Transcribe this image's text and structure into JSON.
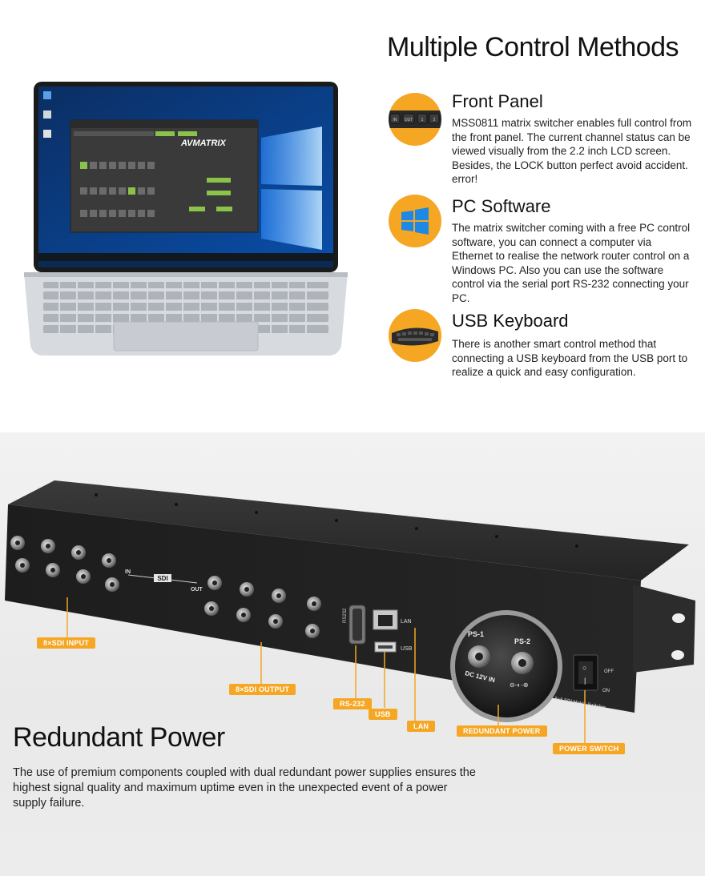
{
  "control": {
    "title": "Multiple Control Methods",
    "methods": [
      {
        "title": "Front Panel",
        "icon": "front-panel-buttons-icon",
        "text": "MSS0811 matrix switcher enables full control from the front panel. The current channel status can be viewed visually from the 2.2 inch LCD screen. Besides, the LOCK button perfect avoid accident. error!",
        "buttons": [
          "IN",
          "OUT",
          "1",
          "2"
        ]
      },
      {
        "title": "PC Software",
        "icon": "windows-logo-icon",
        "text": "The matrix switcher coming with a free PC control software, you can connect a computer via Ethernet to realise the network router control on a Windows PC. Also you can use the software control via the serial port RS-232 connecting your PC."
      },
      {
        "title": "USB Keyboard",
        "icon": "keyboard-icon",
        "text": "There is another smart control method that connecting a USB keyboard from the USB port to realize a quick and easy configuration."
      }
    ],
    "laptop": {
      "brand": "AVMATRIX",
      "window_title": "CONTROL PANEL",
      "accent": "#8bc34a"
    }
  },
  "power": {
    "title": "Redundant Power",
    "text": "The use of premium components coupled with dual redundant power supplies ensures the highest signal quality and maximum uptime even in the unexpected event of a power supply failure.",
    "callouts": {
      "sdi_input": "8×SDI INPUT",
      "sdi_output": "8×SDI OUTPUT",
      "rs232": "RS-232",
      "usb": "USB",
      "lan": "LAN",
      "redundant_power": "REDUNDANT POWER",
      "power_switch": "POWER SWITCH"
    },
    "device": {
      "in": "IN",
      "sdi": "SDI",
      "out": "OUT",
      "ps1": "PS-1",
      "ps2": "PS-2",
      "dc": "DC 12V IN",
      "lan": "LAN",
      "usb": "USB",
      "rs232": "RS232",
      "model": "8×8 SDI Matrix Switcher",
      "off": "OFF",
      "on": "ON"
    },
    "accent": "#f5a623"
  }
}
